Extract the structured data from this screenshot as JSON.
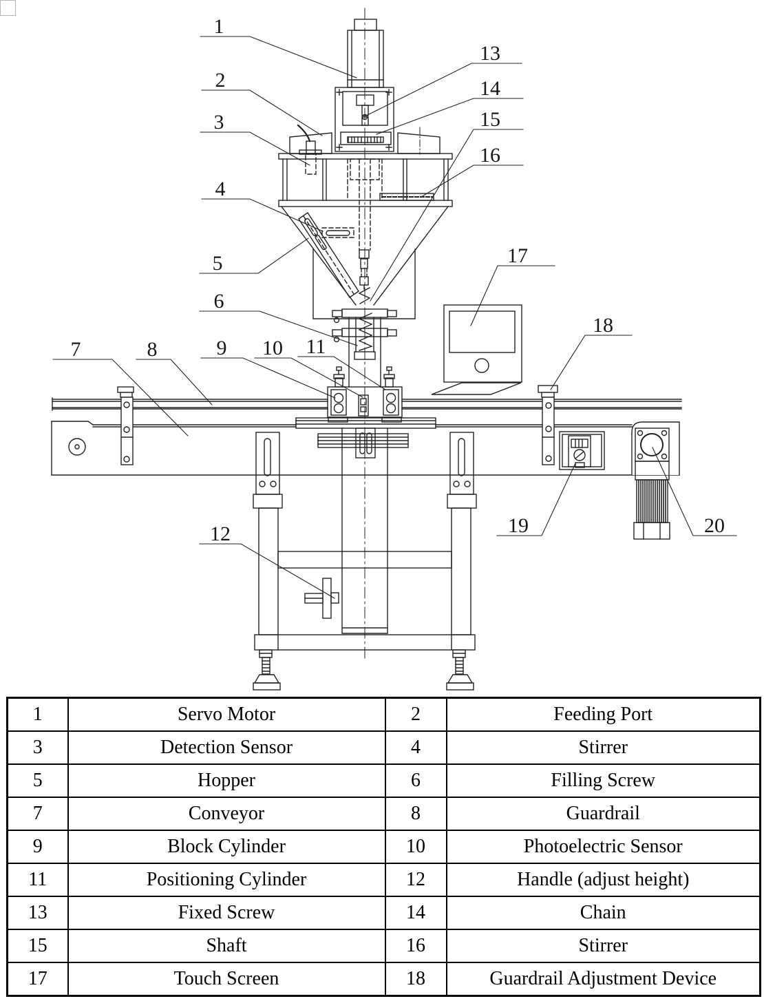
{
  "style": {
    "background": "#ffffff",
    "diagram_line_color": "#222222",
    "table_border_color": "#000000",
    "text_color": "#000000",
    "corner_box_border": "#b5b5b5"
  },
  "figure": {
    "type": "technical-line-drawing",
    "callouts": [
      "1",
      "2",
      "3",
      "4",
      "5",
      "6",
      "7",
      "8",
      "9",
      "10",
      "11",
      "12",
      "13",
      "14",
      "15",
      "16",
      "17",
      "18",
      "19",
      "20"
    ]
  },
  "parts_table": {
    "rows": [
      {
        "c0": "1",
        "c1": "Servo Motor",
        "c2": "2",
        "c3": "Feeding Port"
      },
      {
        "c0": "3",
        "c1": "Detection Sensor",
        "c2": "4",
        "c3": "Stirrer"
      },
      {
        "c0": "5",
        "c1": "Hopper",
        "c2": "6",
        "c3": "Filling Screw"
      },
      {
        "c0": "7",
        "c1": "Conveyor",
        "c2": "8",
        "c3": "Guardrail"
      },
      {
        "c0": "9",
        "c1": "Block Cylinder",
        "c2": "10",
        "c3": "Photoelectric Sensor"
      },
      {
        "c0": "11",
        "c1": "Positioning Cylinder",
        "c2": "12",
        "c3": "Handle (adjust height)"
      },
      {
        "c0": "13",
        "c1": "Fixed Screw",
        "c2": "14",
        "c3": "Chain"
      },
      {
        "c0": "15",
        "c1": "Shaft",
        "c2": "16",
        "c3": "Stirrer"
      },
      {
        "c0": "17",
        "c1": "Touch Screen",
        "c2": "18",
        "c3": "Guardrail Adjustment Device"
      }
    ]
  }
}
